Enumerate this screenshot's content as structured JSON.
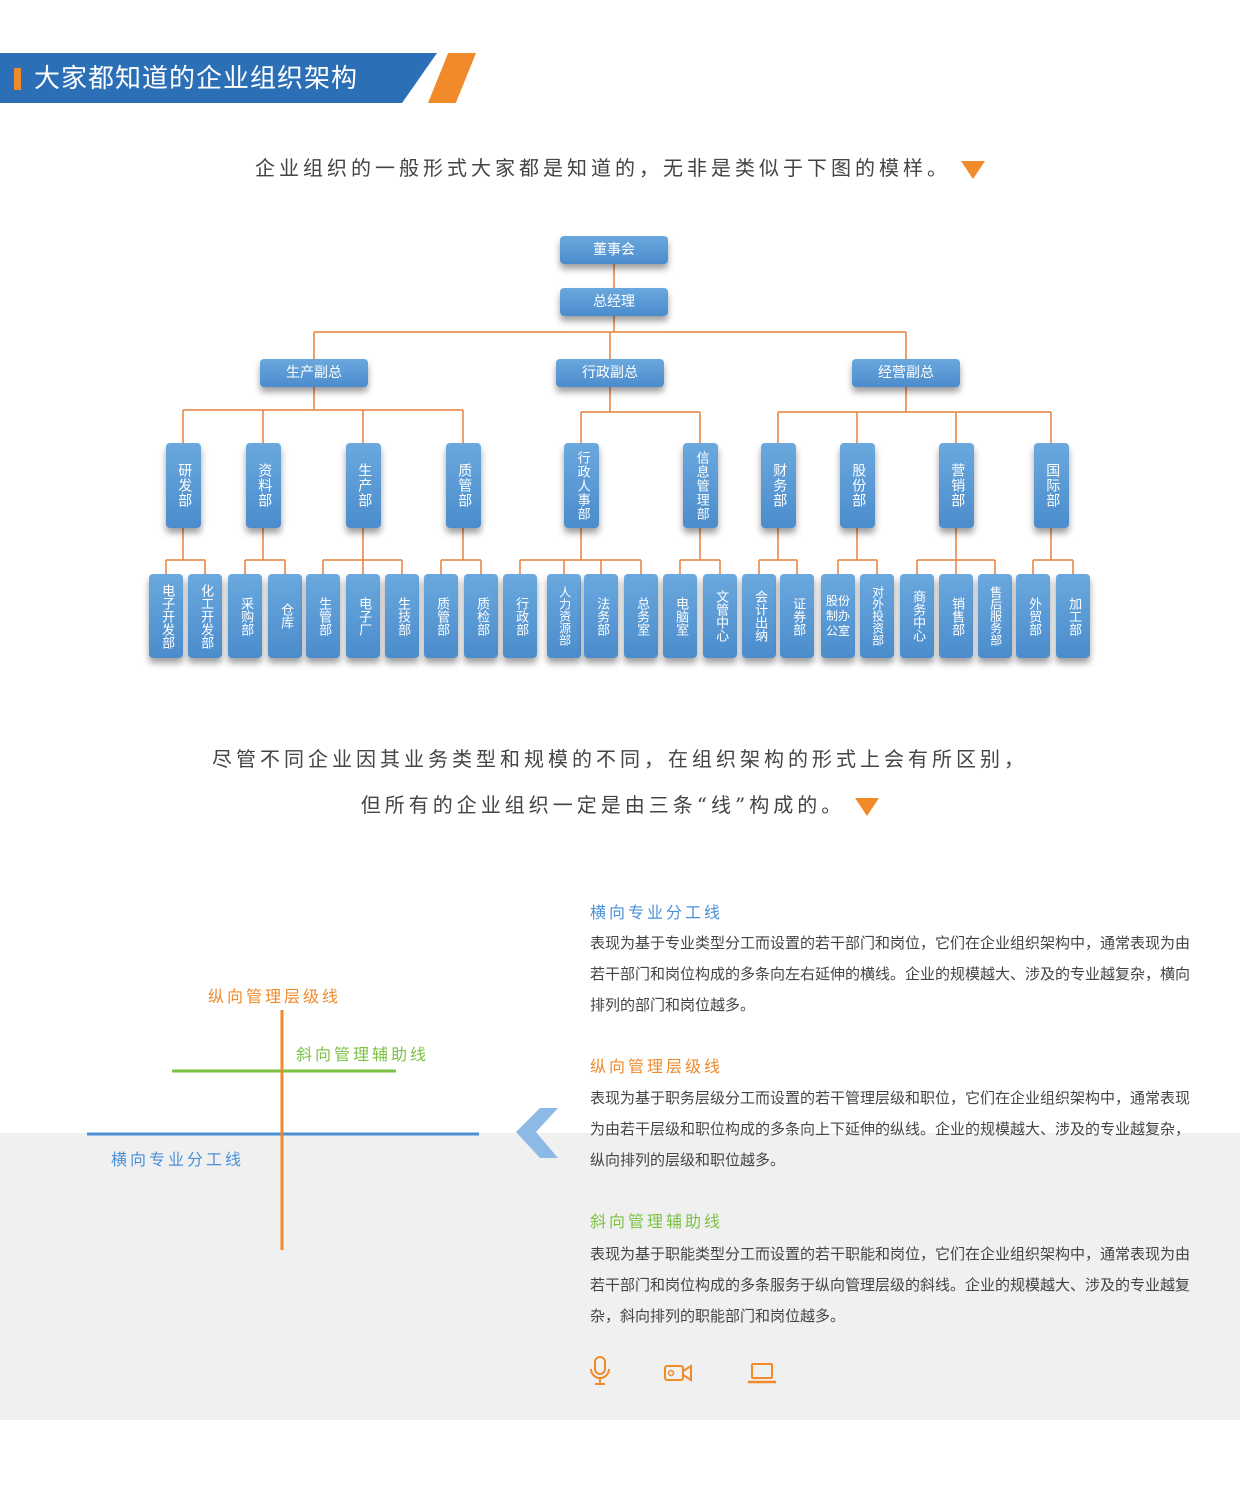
{
  "header": {
    "title": "大家都知道的企业组织架构"
  },
  "intro": "企业组织的一般形式大家都是知道的，无非是类似于下图的模样。",
  "org": {
    "top": "董事会",
    "ceo": "总经理",
    "vps": [
      "生产副总",
      "行政副总",
      "经营副总"
    ],
    "depts": [
      "研发部",
      "资料部",
      "生产部",
      "质管部",
      "行政人事部",
      "信息管理部",
      "财务部",
      "股份部",
      "营销部",
      "国际部"
    ],
    "leaves": [
      "电子开发部",
      "化工开发部",
      "采购部",
      "仓库",
      "生管部",
      "电子厂",
      "生技部",
      "质管部",
      "质检部",
      "行政部",
      "人力资源部",
      "法务部",
      "总务室",
      "电脑室",
      "文管中心",
      "会计出纳",
      "证券部",
      "股份制办公室",
      "对外投资部",
      "商务中心",
      "销售部",
      "售后服务部",
      "外贸部",
      "加工部"
    ]
  },
  "para2": {
    "line1": "尽管不同企业因其业务类型和规模的不同，在组织架构的形式上会有所区别，",
    "line2": "但所有的企业组织一定是由三条“线”构成的。"
  },
  "diagram_labels": {
    "vertical": "纵向管理层级线",
    "diagonal": "斜向管理辅助线",
    "horizontal": "横向专业分工线"
  },
  "sections": [
    {
      "title": "横向专业分工线",
      "color": "#4a90d9",
      "body": "表现为基于专业类型分工而设置的若干部门和岗位，它们在企业组织架构中，通常表现为由若干部门和岗位构成的多条向左右延伸的横线。企业的规模越大、涉及的专业越复杂，横向排列的部门和岗位越多。"
    },
    {
      "title": "纵向管理层级线",
      "color": "#f08a2a",
      "body": "表现为基于职务层级分工而设置的若干管理层级和职位，它们在企业组织架构中，通常表现为由若干层级和职位构成的多条向上下延伸的纵线。企业的规模越大、涉及的专业越复杂，纵向排列的层级和职位越多。"
    },
    {
      "title": "斜向管理辅助线",
      "color": "#7cc242",
      "body": "表现为基于职能类型分工而设置的若干职能和岗位，它们在企业组织架构中，通常表现为由若干部门和岗位构成的多条服务于纵向管理层级的斜线。企业的规模越大、涉及的专业越复杂，斜向排列的职能部门和岗位越多。"
    }
  ],
  "icons": [
    "microphone-icon",
    "video-camera-icon",
    "laptop-icon"
  ],
  "colors": {
    "brand_blue": "#2b6fb6",
    "accent_orange": "#f08a2a",
    "line_green": "#7cc242",
    "node_blue": "#5b9bd5"
  }
}
